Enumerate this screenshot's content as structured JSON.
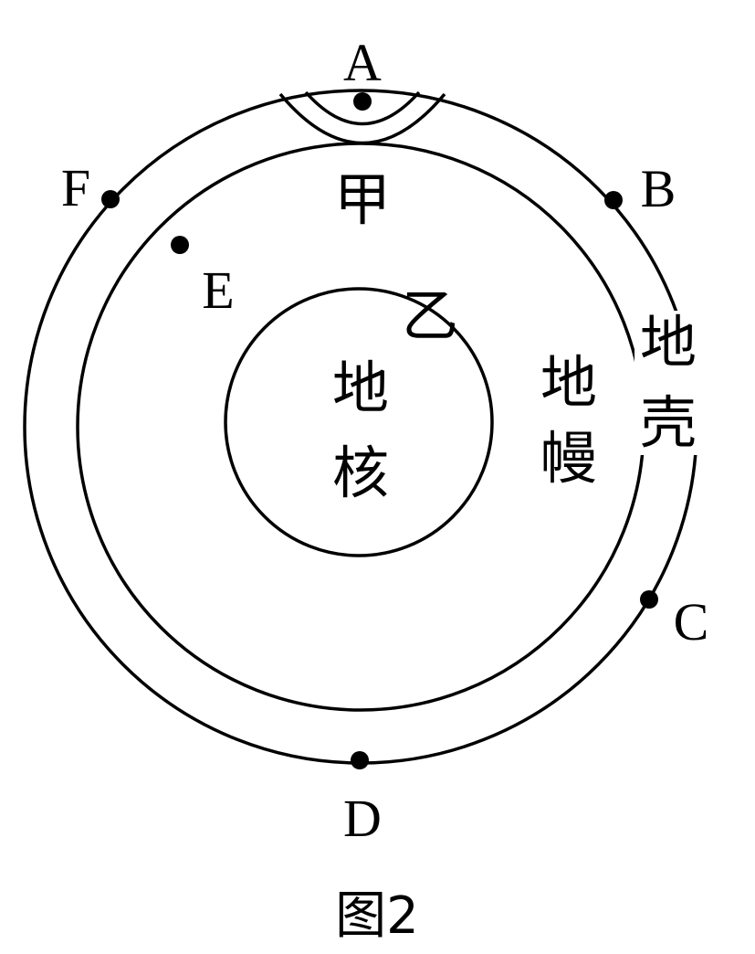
{
  "diagram": {
    "points": {
      "A": "A",
      "B": "B",
      "C": "C",
      "D": "D",
      "E": "E",
      "F": "F"
    },
    "markers": {
      "jia": "甲",
      "yi": "乙"
    },
    "layers": {
      "core_line1": "地",
      "core_line2": "核",
      "mantle_line1": "地",
      "mantle_line2": "幔",
      "crust_line1": "地",
      "crust_line2": "壳"
    },
    "caption": "图2"
  }
}
